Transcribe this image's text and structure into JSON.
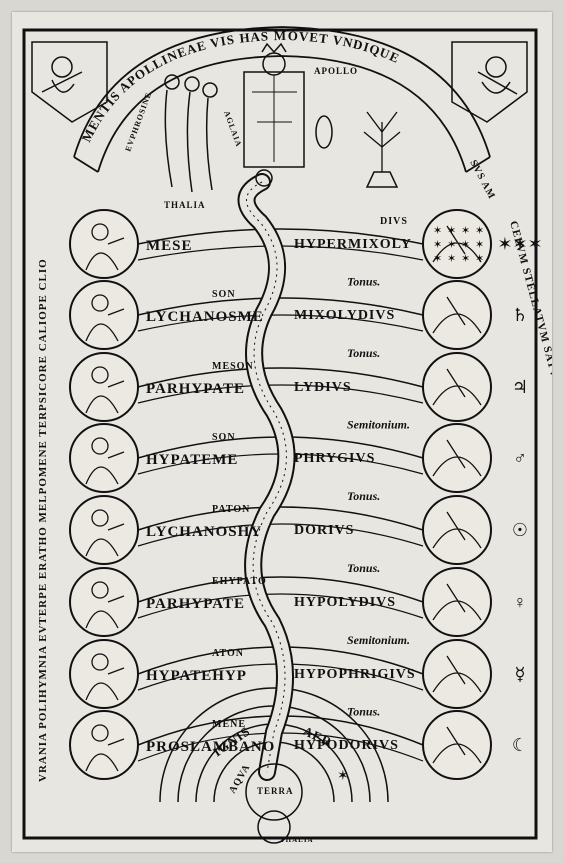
{
  "banner": {
    "motto_left": "MENTIS APOLLINEAE VIS HAS MOVET VNDIQUE",
    "motto_right": "SVS AM"
  },
  "top_figures": {
    "apollo": "APOLLO",
    "graces": [
      "EVPHROSINE",
      "AGLAIA",
      "THALIA"
    ]
  },
  "muses_chain": "VRANIA POLIHYMNIA EVTERPE ERATHO MELPOMENE TERPSICORE CALIOPE CLIO",
  "left_column_prefixes": [
    "",
    "SON",
    "MESON",
    "SON",
    "PATON",
    "EHYPATO",
    "ATON",
    "MENE"
  ],
  "left_notes": [
    "MESE",
    "LYCHANOSME",
    "PARHYPATE",
    "HYPATEME",
    "LYCHANOSHY",
    "PARHYPATE",
    "HYPATEHYP",
    "PROSLAMBANO"
  ],
  "right_modes": [
    "HYPERMIXOLY",
    "MIXOLYDIVS",
    "LYDIVS",
    "PHRYGIVS",
    "DORIVS",
    "HYPOLYDIVS",
    "HYPOPHRIGIVS",
    "HYPODORIVS"
  ],
  "right_mode_prefix": "DIVS",
  "intervals": [
    "Tonus.",
    "Tonus.",
    "Semitonium.",
    "Tonus.",
    "Tonus.",
    "Semitonium.",
    "Tonus."
  ],
  "planets_chain": "CELVM STELLATVM SATVRNVS IVPITER MARS SOL VENVS MERCVRIVS LVNA",
  "planet_symbols": [
    "✶✶✶",
    "♄",
    "♃",
    "♂",
    "☉",
    "♀",
    "☿",
    "☾"
  ],
  "elements": {
    "fire": "IGNIS",
    "air": "AER",
    "water": "AQVA",
    "earth": "TERRA",
    "bottom": "THALIA"
  }
}
